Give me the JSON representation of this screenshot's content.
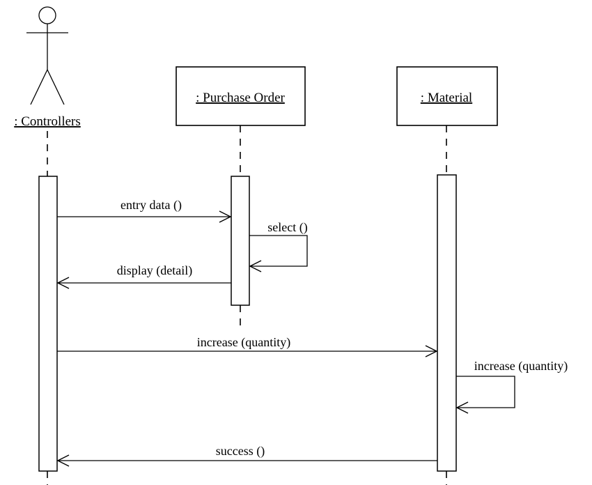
{
  "lifelines": {
    "controllers": {
      "label": ": Controllers"
    },
    "purchase_order": {
      "label": ": Purchase Order"
    },
    "material": {
      "label": ": Material"
    }
  },
  "messages": [
    {
      "label": "entry data ()"
    },
    {
      "label": "select ()"
    },
    {
      "label": "display (detail)"
    },
    {
      "label": "increase (quantity)"
    },
    {
      "label": "increase (quantity)"
    },
    {
      "label": "success ()"
    }
  ]
}
